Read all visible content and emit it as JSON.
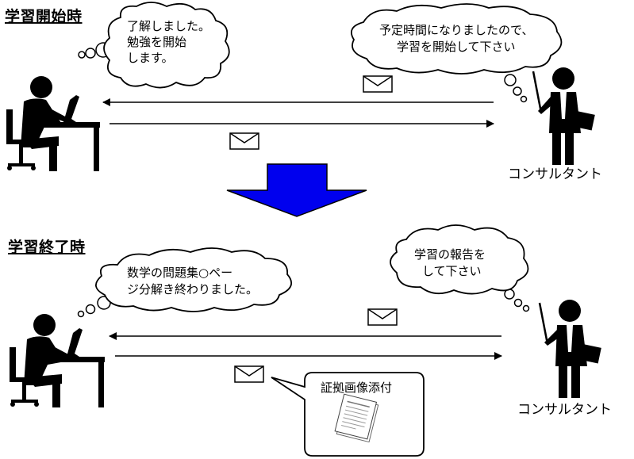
{
  "sections": {
    "start": {
      "heading": "学習開始時",
      "student_bubble": [
        "了解しました。",
        "勉強を開始",
        "します。"
      ],
      "consultant_bubble": [
        "予定時間になりましたので、",
        "学習を開始して下さい"
      ],
      "consultant_label": "コンサルタント"
    },
    "end": {
      "heading": "学習終了時",
      "student_bubble": [
        "数学の問題集○ペー",
        "ジ分解き終わりました。"
      ],
      "consultant_bubble": [
        "学習の報告を",
        "して下さい"
      ],
      "consultant_label": "コンサルタント",
      "attachment_caption": "証拠画像添付"
    }
  },
  "icons": {
    "envelope": "envelope-icon",
    "document": "document-icon",
    "transition_arrow": "down-arrow-icon"
  },
  "colors": {
    "arrow_fill": "#0000ee",
    "arrow_stroke": "#000000",
    "figure": "#000000",
    "tie": "#ffffff"
  }
}
